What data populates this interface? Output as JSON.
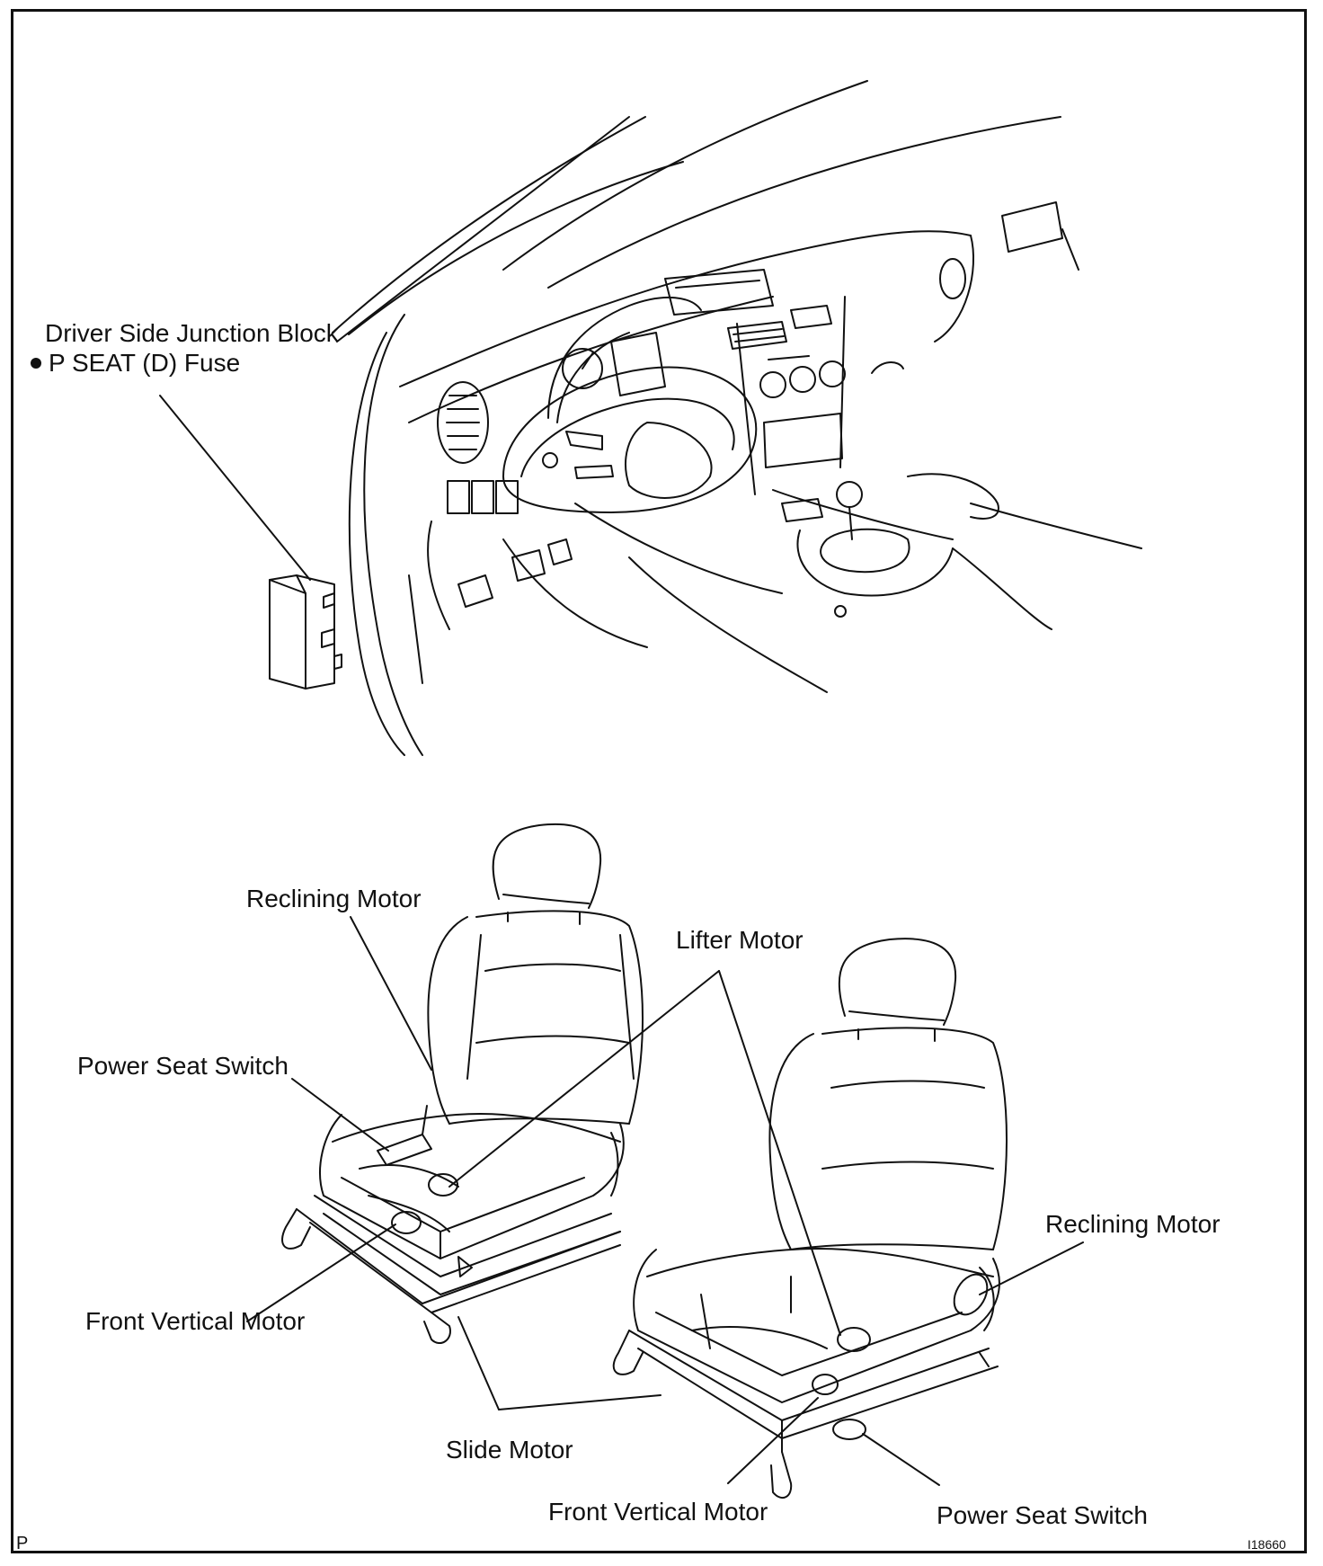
{
  "labels": {
    "junction_block_line1": "Driver Side Junction Block",
    "junction_block_line2": "P SEAT (D) Fuse",
    "reclining_motor_left": "Reclining Motor",
    "lifter_motor": "Lifter Motor",
    "power_seat_switch_left": "Power Seat Switch",
    "front_vertical_motor_left": "Front Vertical Motor",
    "reclining_motor_right": "Reclining Motor",
    "slide_motor": "Slide Motor",
    "front_vertical_motor_right": "Front Vertical Motor",
    "power_seat_switch_right": "Power Seat Switch"
  },
  "corner": {
    "section_code": "P",
    "figure_id": "I18660"
  },
  "colors": {
    "line": "#111111",
    "background": "#ffffff"
  }
}
